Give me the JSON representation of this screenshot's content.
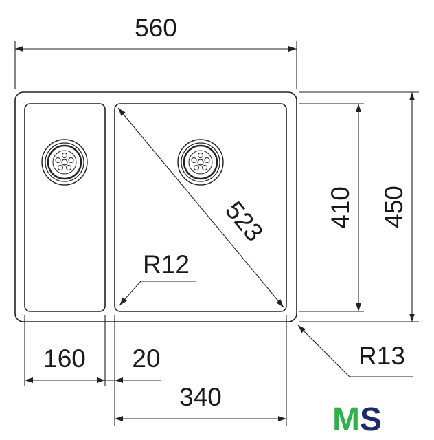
{
  "dimensions": {
    "overall_width": "560",
    "left_bowl_width": "160",
    "divider_gap": "20",
    "right_bowl_width": "340",
    "diagonal": "523",
    "inner_height": "410",
    "overall_height": "450",
    "inner_radius": "R12",
    "outer_radius": "R13"
  },
  "logo": {
    "m": "M",
    "s": "S"
  },
  "colors": {
    "line": "#222222",
    "logo_green": "#2db34a",
    "logo_navy": "#1a2a6b"
  },
  "icons": {
    "drain": "drain-strainer-icon"
  }
}
